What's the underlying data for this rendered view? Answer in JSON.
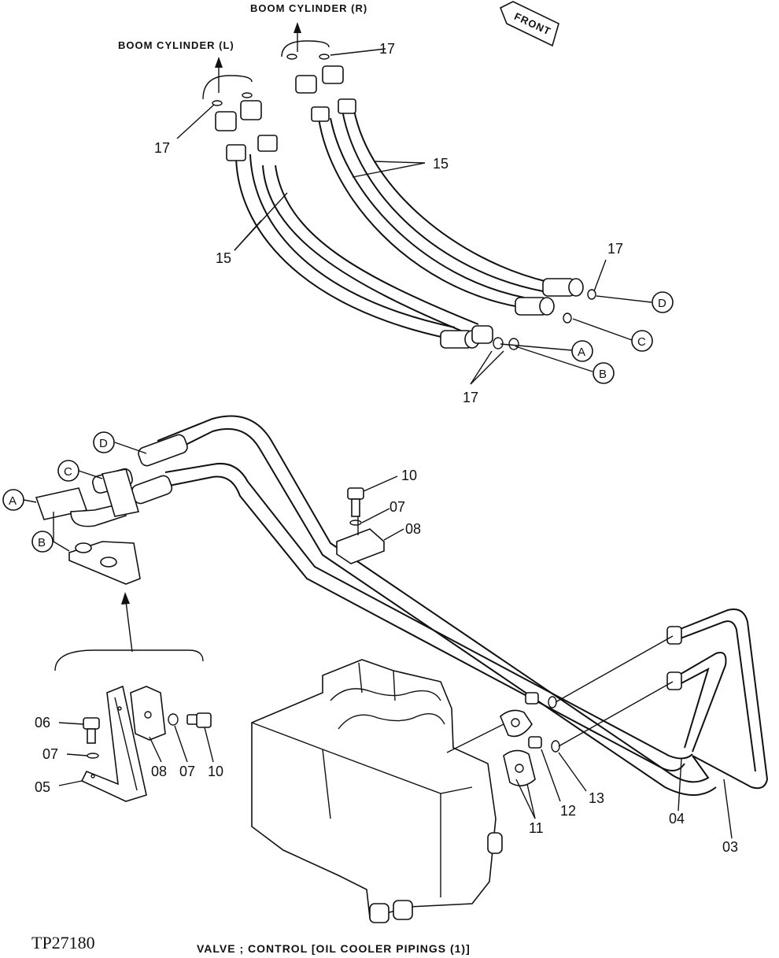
{
  "titles": {
    "boom_right": "BOOM CYLINDER (R)",
    "boom_left": "BOOM CYLINDER (L)",
    "front": "FRONT",
    "caption": "VALVE ; CONTROL [OIL COOLER PIPINGS (1)]",
    "drawing_id": "TP27180"
  },
  "callouts": {
    "c17_top": "17",
    "c17_left": "17",
    "c15_right": "15",
    "c15_left": "15",
    "c17_mid": "17",
    "c17_bottom": "17",
    "c10_top": "10",
    "c07_top": "07",
    "c08_top": "08",
    "c06": "06",
    "c07_left": "07",
    "c05": "05",
    "c08_bottom": "08",
    "c07_bottom": "07",
    "c10_bottom": "10",
    "c13": "13",
    "c12": "12",
    "c11": "11",
    "c04": "04",
    "c03": "03"
  },
  "connection_markers": {
    "a_top": "A",
    "b_top": "B",
    "c_top": "C",
    "d_top": "D",
    "a_left": "A",
    "b_left": "B",
    "c_left": "C",
    "d_left": "D"
  }
}
